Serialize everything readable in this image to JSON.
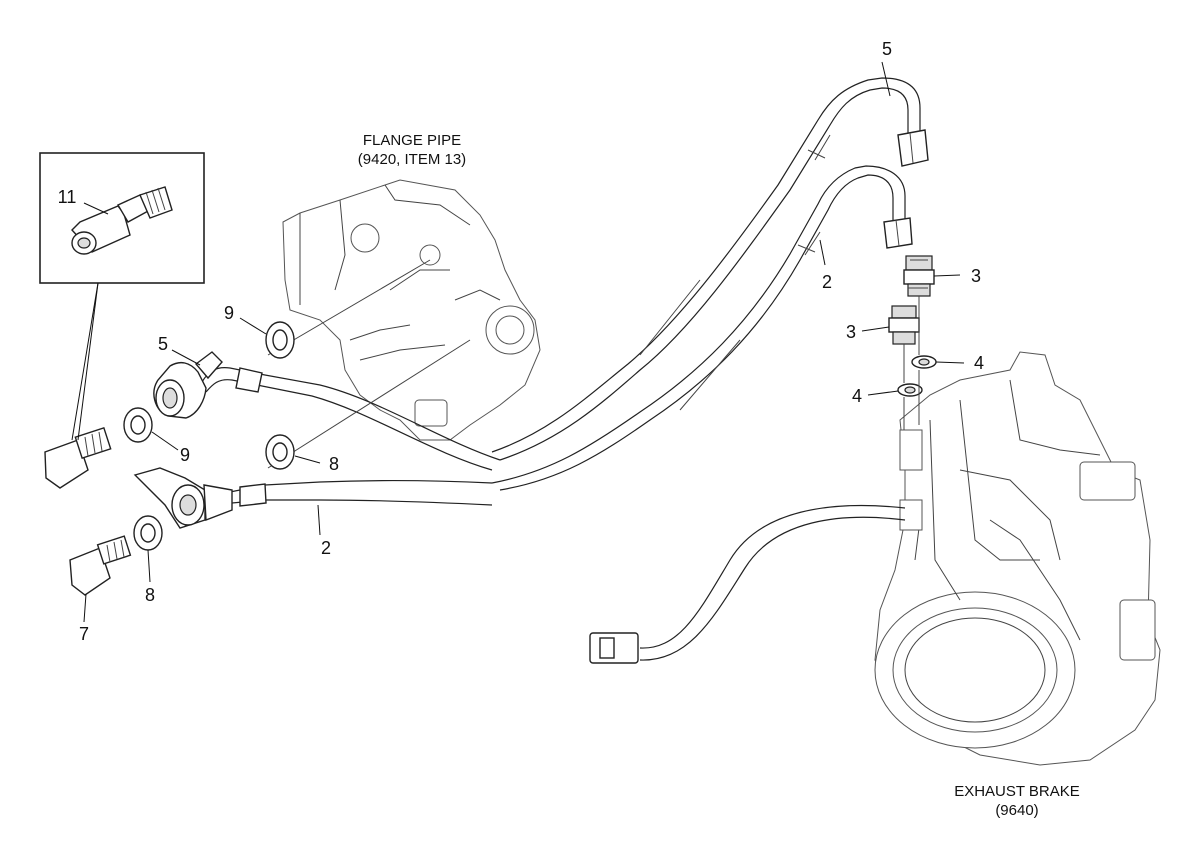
{
  "captions": {
    "flange_pipe_line1": "FLANGE PIPE",
    "flange_pipe_line2": "(9420, ITEM 13)",
    "exhaust_brake_line1": "EXHAUST BRAKE",
    "exhaust_brake_line2": "(9640)"
  },
  "callouts": {
    "top_pipe_5": "5",
    "top_pipe_2": "2",
    "fitting_3_right": "3",
    "fitting_3_left": "3",
    "washer_4_right": "4",
    "washer_4_left": "4",
    "washer_9_top": "9",
    "pipe_5_left": "5",
    "washer_9_bottom": "9",
    "washer_8_right": "8",
    "pipe_2_bottom": "2",
    "washer_8_left": "8",
    "bolt_7": "7",
    "detail_11": "11"
  }
}
